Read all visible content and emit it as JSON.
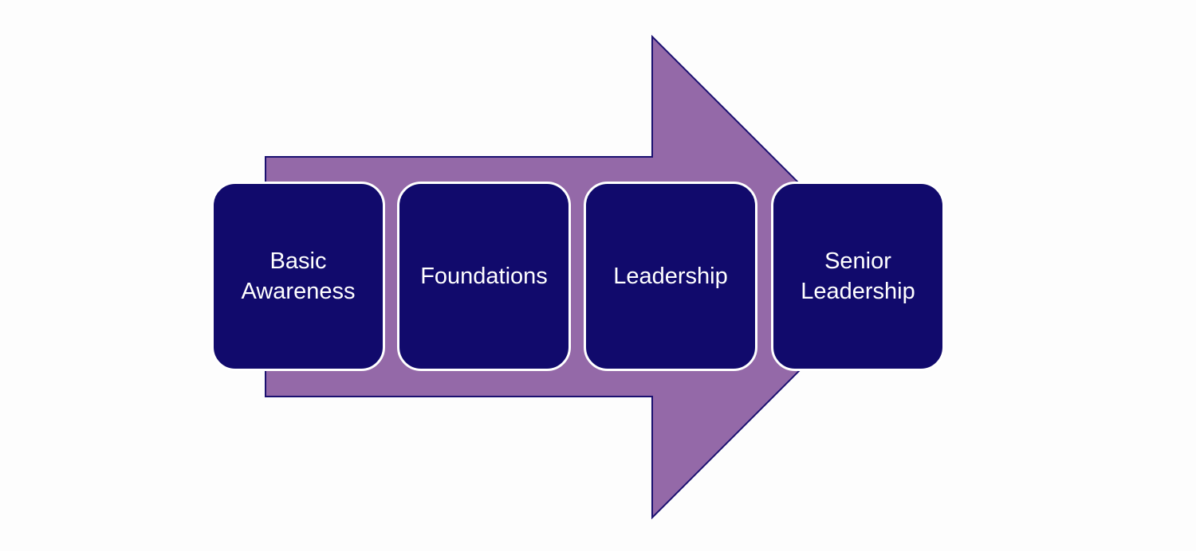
{
  "diagram": {
    "colors": {
      "background": "#fdfdfd",
      "arrow_fill": "#9469a8",
      "arrow_stroke": "#1a1070",
      "box_fill": "#110a6c",
      "box_border": "#ffffff",
      "text": "#ffffff"
    },
    "steps": [
      {
        "label": "Basic\nAwareness"
      },
      {
        "label": "Foundations"
      },
      {
        "label": "Leadership"
      },
      {
        "label": "Senior\nLeadership"
      }
    ]
  }
}
